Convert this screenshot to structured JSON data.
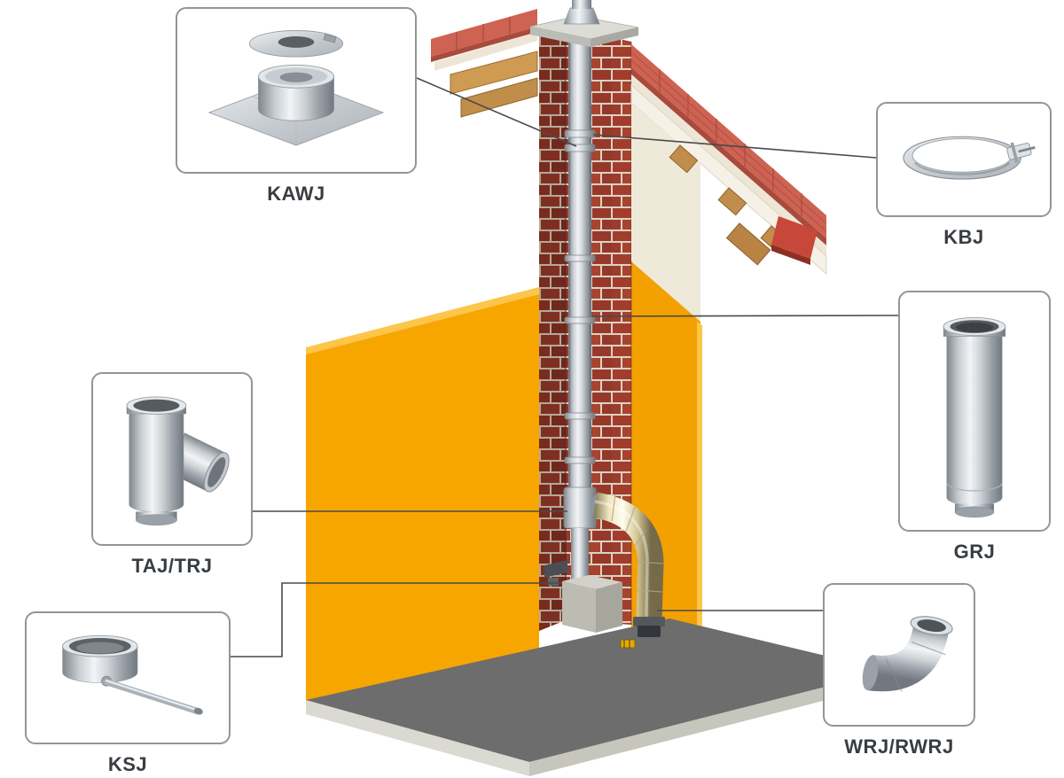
{
  "diagram": {
    "type": "product-installation-diagram",
    "subject": "Single-wall stainless flue liner system installed in a brick chimney (building cutaway view)",
    "background": "#ffffff"
  },
  "callouts": [
    {
      "id": "kawj",
      "label": "KAWJ",
      "component": "top-plate-with-storm-collar"
    },
    {
      "id": "kbj",
      "label": "KBJ",
      "component": "locking-band-clamp"
    },
    {
      "id": "grj",
      "label": "GRJ",
      "component": "straight-pipe-length"
    },
    {
      "id": "taj-trj",
      "label": "TAJ/TRJ",
      "component": "tee-piece-with-branch"
    },
    {
      "id": "ksj",
      "label": "KSJ",
      "component": "condensate-cap-with-drain-pipe"
    },
    {
      "id": "wrj-rwrj",
      "label": "WRJ/RWRJ",
      "component": "90-degree-elbow"
    }
  ],
  "scene": {
    "elements": [
      "brick-chimney",
      "stainless-flue-pipe",
      "tee-connection",
      "flexible-connector-bend",
      "concrete-support-block",
      "yellow-wall-panels",
      "tiled-roof",
      "timber-beams",
      "floor-slab"
    ],
    "colors": {
      "wall_yellow": "#f7a600",
      "brick_red": "#9d3b2c",
      "roof_tile_red": "#ce6353",
      "steel_gray": "#c9ced3",
      "floor_gray": "#6d6d6d",
      "timber_brown": "#c08e4a",
      "box_border": "#8f969c",
      "label_text": "#383d42",
      "leader_line": "#4a4a4a"
    }
  }
}
